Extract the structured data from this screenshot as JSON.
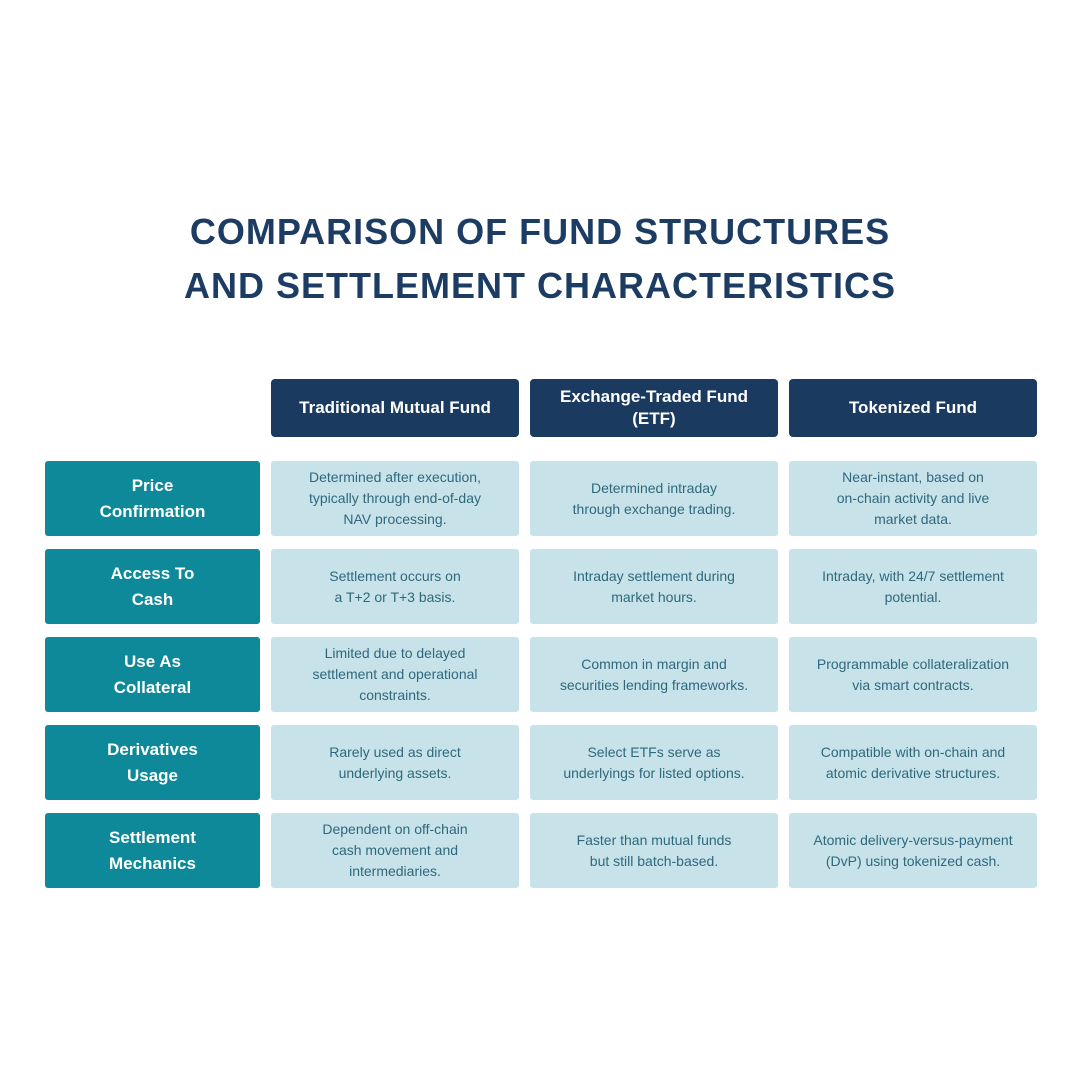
{
  "title": "COMPARISON OF FUND STRUCTURES\nAND SETTLEMENT CHARACTERISTICS",
  "colors": {
    "title_navy": "#1c3c63",
    "header_navy": "#1b3a5f",
    "row_header_teal": "#0e8999",
    "cell_background": "#c7e3e9",
    "cell_text": "#2f687c",
    "page_background": "#ffffff"
  },
  "table": {
    "columns": [
      "Traditional Mutual Fund",
      "Exchange-Traded Fund\n(ETF)",
      "Tokenized Fund"
    ],
    "rows": [
      {
        "header": "Price\nConfirmation",
        "cells": [
          "Determined after execution,\ntypically through end-of-day\nNAV processing.",
          "Determined intraday\nthrough exchange trading.",
          "Near-instant, based on\non-chain activity and live\nmarket data."
        ]
      },
      {
        "header": "Access To\nCash",
        "cells": [
          "Settlement occurs on\na T+2 or T+3 basis.",
          "Intraday settlement during\nmarket hours.",
          "Intraday, with 24/7 settlement\npotential."
        ]
      },
      {
        "header": "Use As\nCollateral",
        "cells": [
          "Limited due to delayed\nsettlement and operational\nconstraints.",
          "Common in margin and\nsecurities lending frameworks.",
          "Programmable collateralization\nvia smart contracts."
        ]
      },
      {
        "header": "Derivatives\nUsage",
        "cells": [
          "Rarely used as direct\nunderlying assets.",
          "Select ETFs serve as\nunderlyings for listed options.",
          "Compatible with on-chain and\natomic derivative structures."
        ]
      },
      {
        "header": "Settlement\nMechanics",
        "cells": [
          "Dependent on off-chain\ncash movement and\nintermediaries.",
          "Faster than mutual funds\nbut still batch-based.",
          "Atomic delivery-versus-payment\n(DvP) using tokenized cash."
        ]
      }
    ]
  },
  "chart_data": {
    "type": "table",
    "title": "Comparison of Fund Structures and Settlement Characteristics",
    "columns": [
      "",
      "Traditional Mutual Fund",
      "Exchange-Traded Fund (ETF)",
      "Tokenized Fund"
    ],
    "rows": [
      [
        "Price Confirmation",
        "Determined after execution, typically through end-of-day NAV processing.",
        "Determined intraday through exchange trading.",
        "Near-instant, based on on-chain activity and live market data."
      ],
      [
        "Access To Cash",
        "Settlement occurs on a T+2 or T+3 basis.",
        "Intraday settlement during market hours.",
        "Intraday, with 24/7 settlement potential."
      ],
      [
        "Use As Collateral",
        "Limited due to delayed settlement and operational constraints.",
        "Common in margin and securities lending frameworks.",
        "Programmable collateralization via smart contracts."
      ],
      [
        "Derivatives Usage",
        "Rarely used as direct underlying assets.",
        "Select ETFs serve as underlyings for listed options.",
        "Compatible with on-chain and atomic derivative structures."
      ],
      [
        "Settlement Mechanics",
        "Dependent on off-chain cash movement and intermediaries.",
        "Faster than mutual funds but still batch-based.",
        "Atomic delivery-versus-payment (DvP) using tokenized cash."
      ]
    ]
  }
}
